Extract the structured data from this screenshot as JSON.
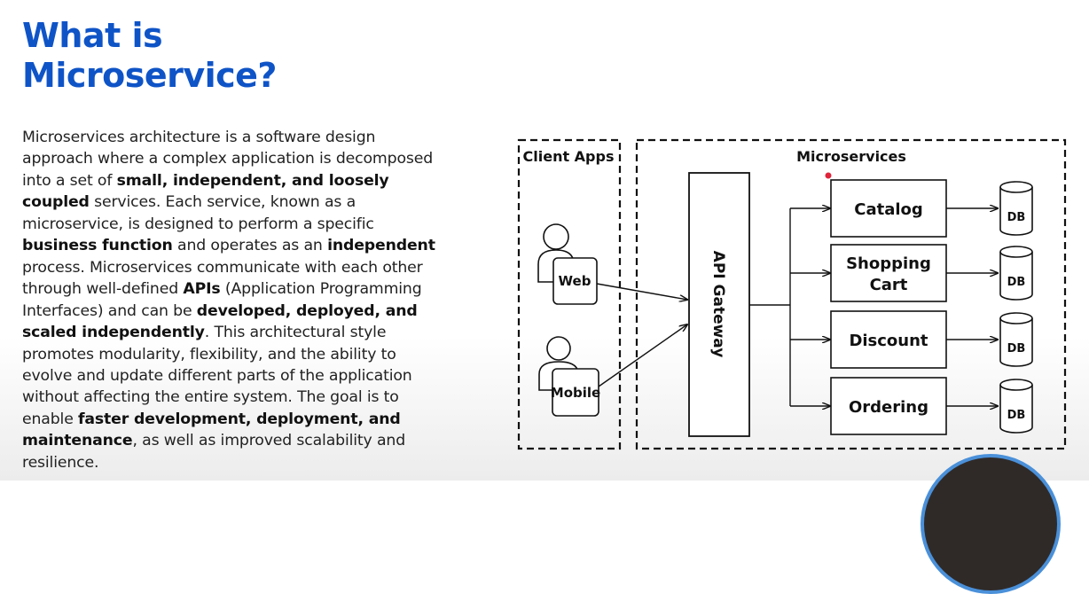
{
  "slide": {
    "title_lines": [
      "What is",
      "Microservice?"
    ],
    "accent_color": "#0f54c7",
    "paragraph": [
      {
        "t": "Microservices architecture is a software design approach where a complex application is decomposed into a set of ",
        "b": false
      },
      {
        "t": "small, independent, and loosely coupled",
        "b": true
      },
      {
        "t": " services. Each service, known as a microservice, is designed to perform a specific ",
        "b": false
      },
      {
        "t": "business function",
        "b": true
      },
      {
        "t": " and operates as an ",
        "b": false
      },
      {
        "t": "independent",
        "b": true
      },
      {
        "t": " process. Microservices communicate with each other through well-defined ",
        "b": false
      },
      {
        "t": "APIs",
        "b": true
      },
      {
        "t": " (Application Programming Interfaces) and can be ",
        "b": false
      },
      {
        "t": "developed, deployed, and scaled independently",
        "b": true
      },
      {
        "t": ". This architectural style promotes modularity, flexibility, and the ability to evolve and update different parts of the application without affecting the entire system. The goal is to enable ",
        "b": false
      },
      {
        "t": "faster development, deployment, and maintenance",
        "b": true
      },
      {
        "t": ", as well as improved scalability and resilience.",
        "b": false
      }
    ]
  },
  "diagram": {
    "client_apps_label": "Client Apps",
    "microservices_label": "Microservices",
    "clients": [
      "Web",
      "Mobile"
    ],
    "gateway_label": "API Gateway",
    "services": [
      {
        "lines": [
          "Catalog"
        ],
        "db": "DB"
      },
      {
        "lines": [
          "Shopping",
          "Cart"
        ],
        "db": "DB"
      },
      {
        "lines": [
          "Discount"
        ],
        "db": "DB"
      },
      {
        "lines": [
          "Ordering"
        ],
        "db": "DB"
      }
    ]
  }
}
